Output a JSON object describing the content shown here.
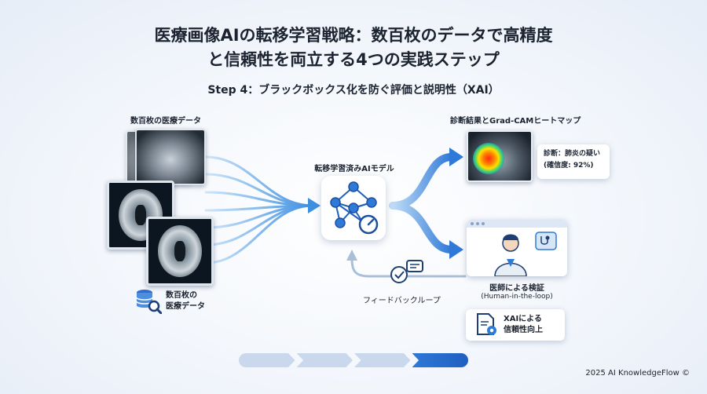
{
  "title_line1": "医療画像AIの転移学習戦略：数百枚のデータで高精度",
  "title_line2": "と信頼性を両立する4つの実践ステップ",
  "subtitle": "Step 4：ブラックボックス化を防ぐ評価と説明性（XAI）",
  "input_label_top": "数百枚の医療データ",
  "input_label_bottom_1": "数百枚の",
  "input_label_bottom_2": "医療データ",
  "model_label": "転移学習済みAIモデル",
  "heatmap_label": "診断結果とGrad-CAMヒートマップ",
  "diagnosis_line1": "診断：肺炎の疑い",
  "diagnosis_line2": "(確信度: 92%)",
  "feedback_label": "フィードバックループ",
  "verify_label": "医師による検証",
  "verify_sublabel": "(Human-in-the-loop)",
  "xai_line1": "XAIによる",
  "xai_line2": "信頼性向上",
  "progress": {
    "total_steps": 4,
    "current_step": 4
  },
  "footer": "2025 AI KnowledgeFlow ©",
  "colors": {
    "accent": "#2f79d8",
    "flow_light": "#9fd0f5",
    "text": "#1b2330"
  },
  "icons": [
    "database-search-icon",
    "neural-network-icon",
    "gauge-icon",
    "checkmark-chat-icon",
    "doctor-icon",
    "stethoscope-icon",
    "document-gear-icon"
  ]
}
